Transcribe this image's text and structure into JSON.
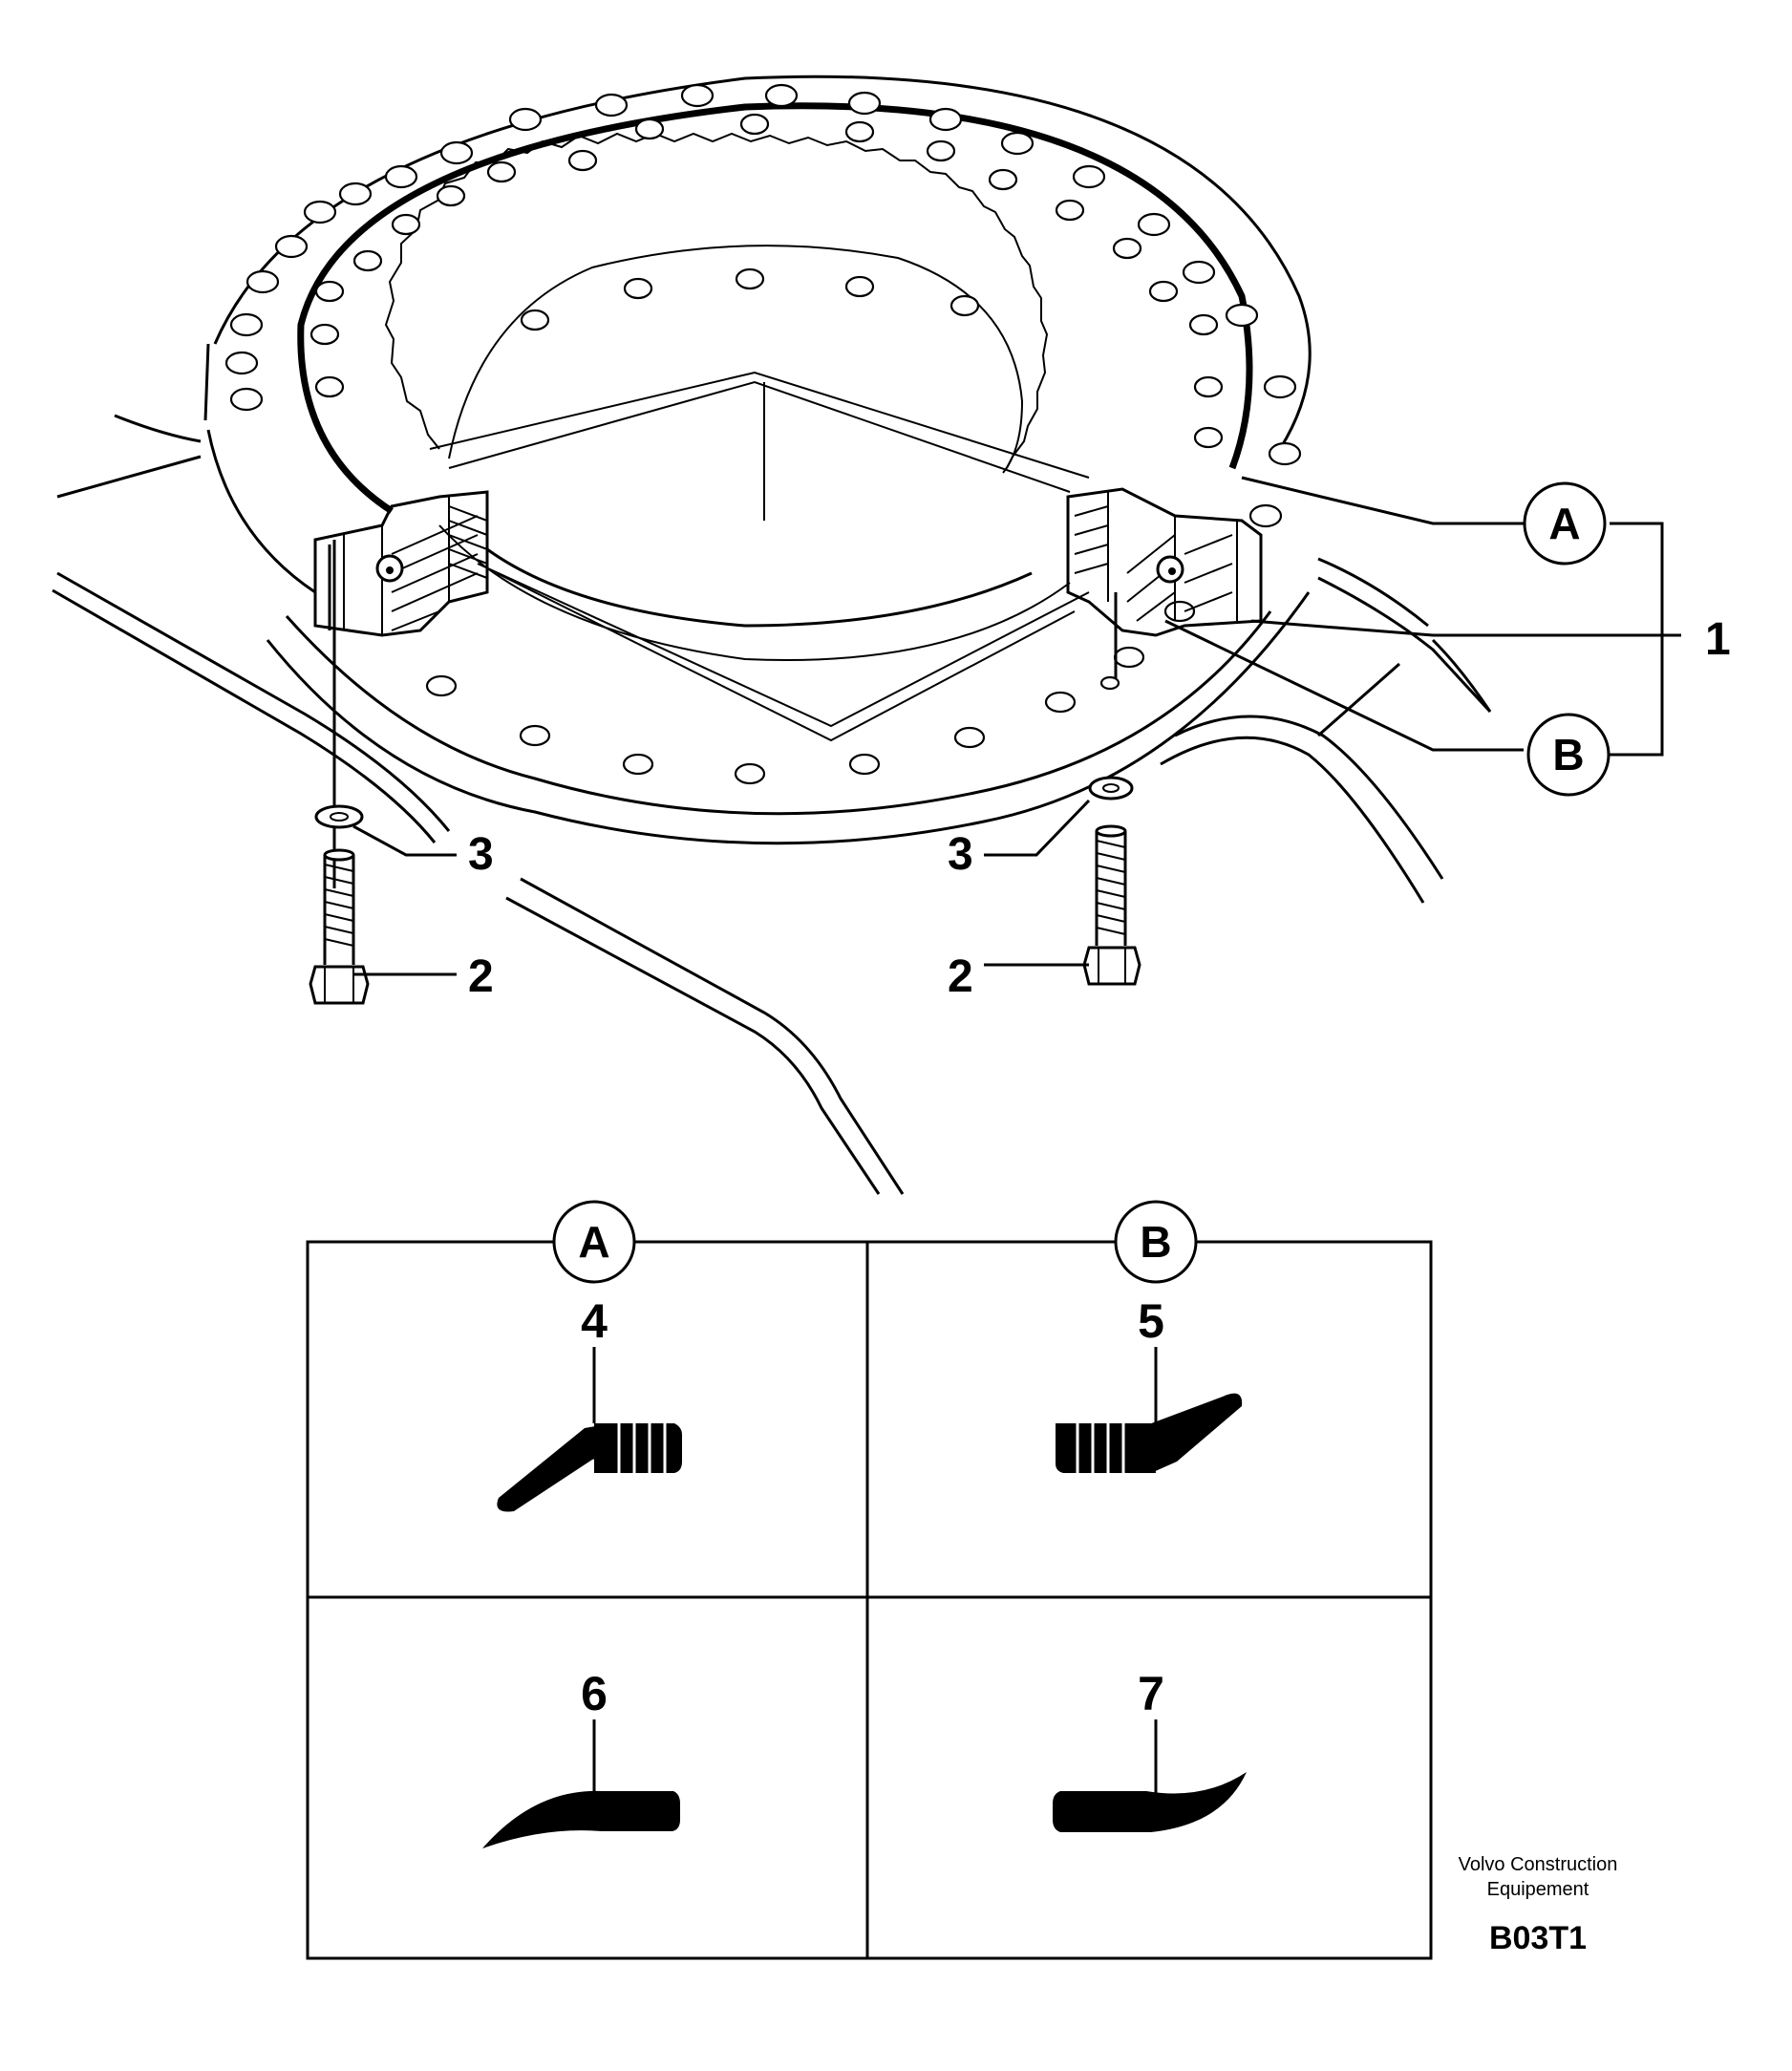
{
  "callouts": {
    "A": "A",
    "B": "B",
    "part_1": "1",
    "part_2_left": "2",
    "part_2_right": "2",
    "part_3_left": "3",
    "part_3_right": "3"
  },
  "detail_panels": [
    {
      "circle": "A",
      "number": "4"
    },
    {
      "circle": "B",
      "number": "5"
    },
    {
      "number": "6"
    },
    {
      "number": "7"
    }
  ],
  "footer": {
    "company_line1": "Volvo Construction",
    "company_line2": "Equipement",
    "code": "B03T1"
  }
}
